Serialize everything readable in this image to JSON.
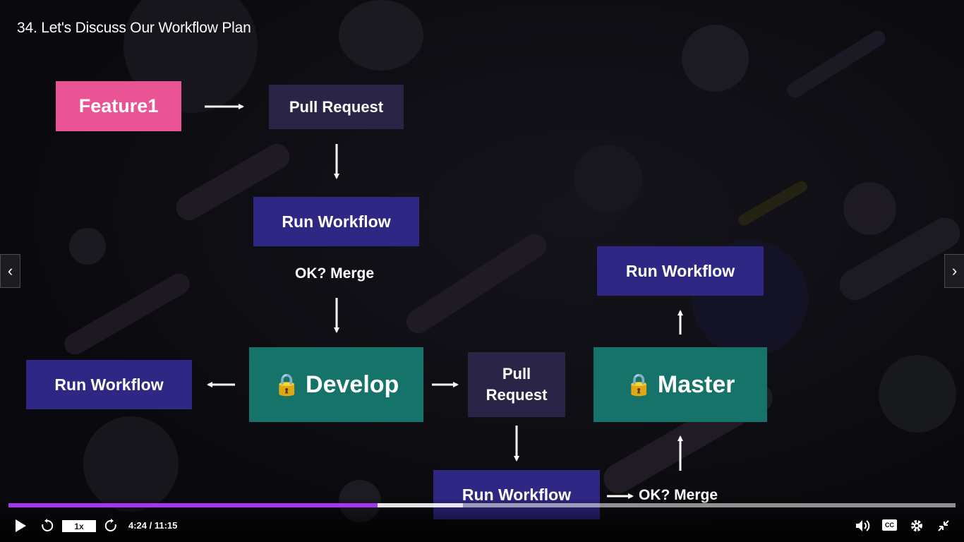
{
  "lecture": {
    "title": "34. Let's Discuss Our Workflow Plan"
  },
  "diagram": {
    "feature": "Feature1",
    "pull_request_top": "Pull Request",
    "run_workflow_top": "Run Workflow",
    "ok_merge_1": "OK? Merge",
    "develop": "Develop",
    "run_workflow_left": "Run Workflow",
    "pull_request_mid": "Pull Request",
    "master": "Master",
    "run_workflow_right": "Run Workflow",
    "run_workflow_bottom": "Run Workflow",
    "ok_merge_2": "OK? Merge",
    "lock_glyph": "🔒"
  },
  "player": {
    "speed": "1x",
    "time": "4:24 / 11:15",
    "progress": 0.39,
    "buffered": 0.48,
    "cc_label": "CC",
    "prev_glyph": "‹",
    "next_glyph": "›",
    "accent": "#a435f0"
  },
  "colors": {
    "feature_box": "#ea5394",
    "pull_request_box": "#2a2446",
    "run_workflow_box": "#2f2784",
    "branch_box": "#16736a"
  }
}
